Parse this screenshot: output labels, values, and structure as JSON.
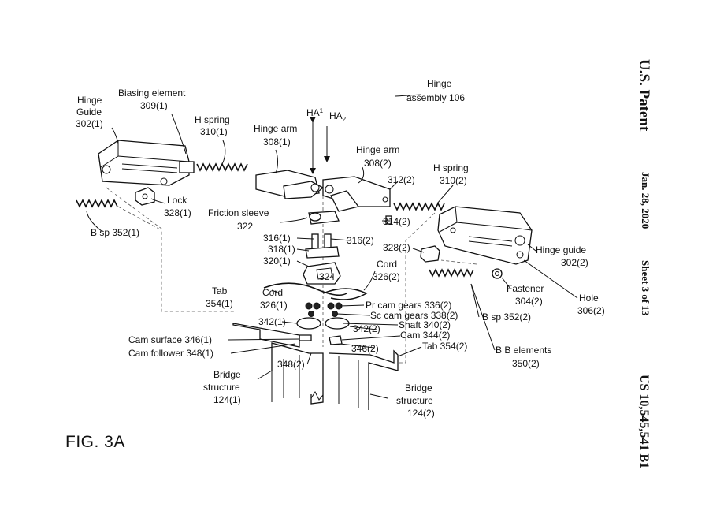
{
  "side_header": {
    "title": "U.S. Patent",
    "date": "Jan. 28, 2020",
    "sheet": "Sheet 3 of 13",
    "number": "US 10,545,541 B1"
  },
  "figure_label": "FIG. 3A",
  "labels": {
    "hinge_assembly_1": "Hinge",
    "hinge_assembly_2": "assembly 106",
    "hinge_guide_1_a": "Hinge",
    "hinge_guide_1_b": "Guide",
    "hinge_guide_1_c": "302(1)",
    "biasing_element_a": "Biasing element",
    "biasing_element_b": "309(1)",
    "h_spring_1_a": "H spring",
    "h_spring_1_b": "310(1)",
    "hinge_arm_1_a": "Hinge arm",
    "hinge_arm_1_b": "308(1)",
    "ha1": "HA",
    "ha1_sub": "1",
    "ha2": "HA",
    "ha2_sub": "2",
    "hinge_arm_2_a": "Hinge arm",
    "hinge_arm_2_b": "308(2)",
    "h_spring_2_a": "H spring",
    "h_spring_2_b": "310(2)",
    "part_312": "312(2)",
    "part_314": "314(2)",
    "lock_a": "Lock",
    "lock_b": "328(1)",
    "friction_sleeve_a": "Friction sleeve",
    "friction_sleeve_b": "322",
    "b_sp_1": "B sp 352(1)",
    "part_316_1": "316(1)",
    "part_318_1": "318(1)",
    "part_316_2": "316(2)",
    "part_320_1": "320(1)",
    "part_324": "324",
    "part_328_2": "328(2)",
    "cord_2_a": "Cord",
    "cord_2_b": "326(2)",
    "hinge_guide_2_a": "Hinge guide",
    "hinge_guide_2_b": "302(2)",
    "fastener_a": "Fastener",
    "fastener_b": "304(2)",
    "hole_a": "Hole",
    "hole_b": "306(2)",
    "tab_1_a": "Tab",
    "tab_1_b": "354(1)",
    "cord_1_a": "Cord",
    "cord_1_b": "326(1)",
    "pr_cam": "Pr cam gears 336(2)",
    "sc_cam": "Sc cam gears 338(2)",
    "shaft": "Shaft 340(2)",
    "part_342_1": "342(1)",
    "part_342_2": "342(2)",
    "cam_344": "Cam 344(2)",
    "b_sp_2": "B sp 352(2)",
    "cam_surface": "Cam surface 346(1)",
    "cam_follower": "Cam follower 348(1)",
    "part_346_2": "346(2)",
    "tab_2": "Tab 354(2)",
    "bb_elements_a": "B B elements",
    "bb_elements_b": "350(2)",
    "part_348_2": "348(2)",
    "bridge_1_a": "Bridge",
    "bridge_1_b": "structure",
    "bridge_1_c": "124(1)",
    "bridge_2_a": "Bridge",
    "bridge_2_b": "structure",
    "bridge_2_c": "124(2)"
  }
}
